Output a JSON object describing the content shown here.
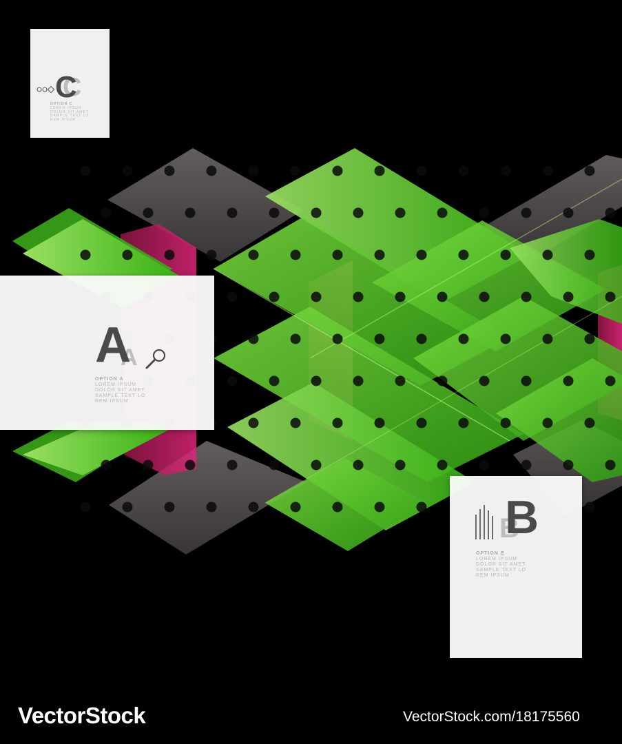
{
  "colors": {
    "background": "#000000",
    "green": "#4ad61e",
    "grey": "#5a5556",
    "magenta": "#c2185b",
    "card": "#fafafa",
    "card_letter": "#4a4a4a"
  },
  "cards": {
    "a": {
      "letter": "A",
      "icon": "magnifier-icon",
      "caption": [
        "OPTION A",
        "LOREM IPSUM",
        "DOLOR SIT AMET",
        "SAMPLE TEXT LO",
        "REM IPSUM"
      ]
    },
    "b": {
      "letter": "B",
      "icon": "bars-icon",
      "caption": [
        "OPTION B",
        "LOREM IPSUM",
        "DOLOR SIT AMET",
        "SAMPLE TEXT LO",
        "REM IPSUM"
      ]
    },
    "c": {
      "letter": "C",
      "icon": "diamond-dots-icon",
      "caption": [
        "OPTION C",
        "LOREM IPSUM",
        "DOLOR SIT AMET",
        "SAMPLE TEXT LO",
        "REM IPSUM"
      ]
    }
  },
  "watermark": {
    "brand": "VectorStock",
    "url": "VectorStock.com/18175560"
  }
}
